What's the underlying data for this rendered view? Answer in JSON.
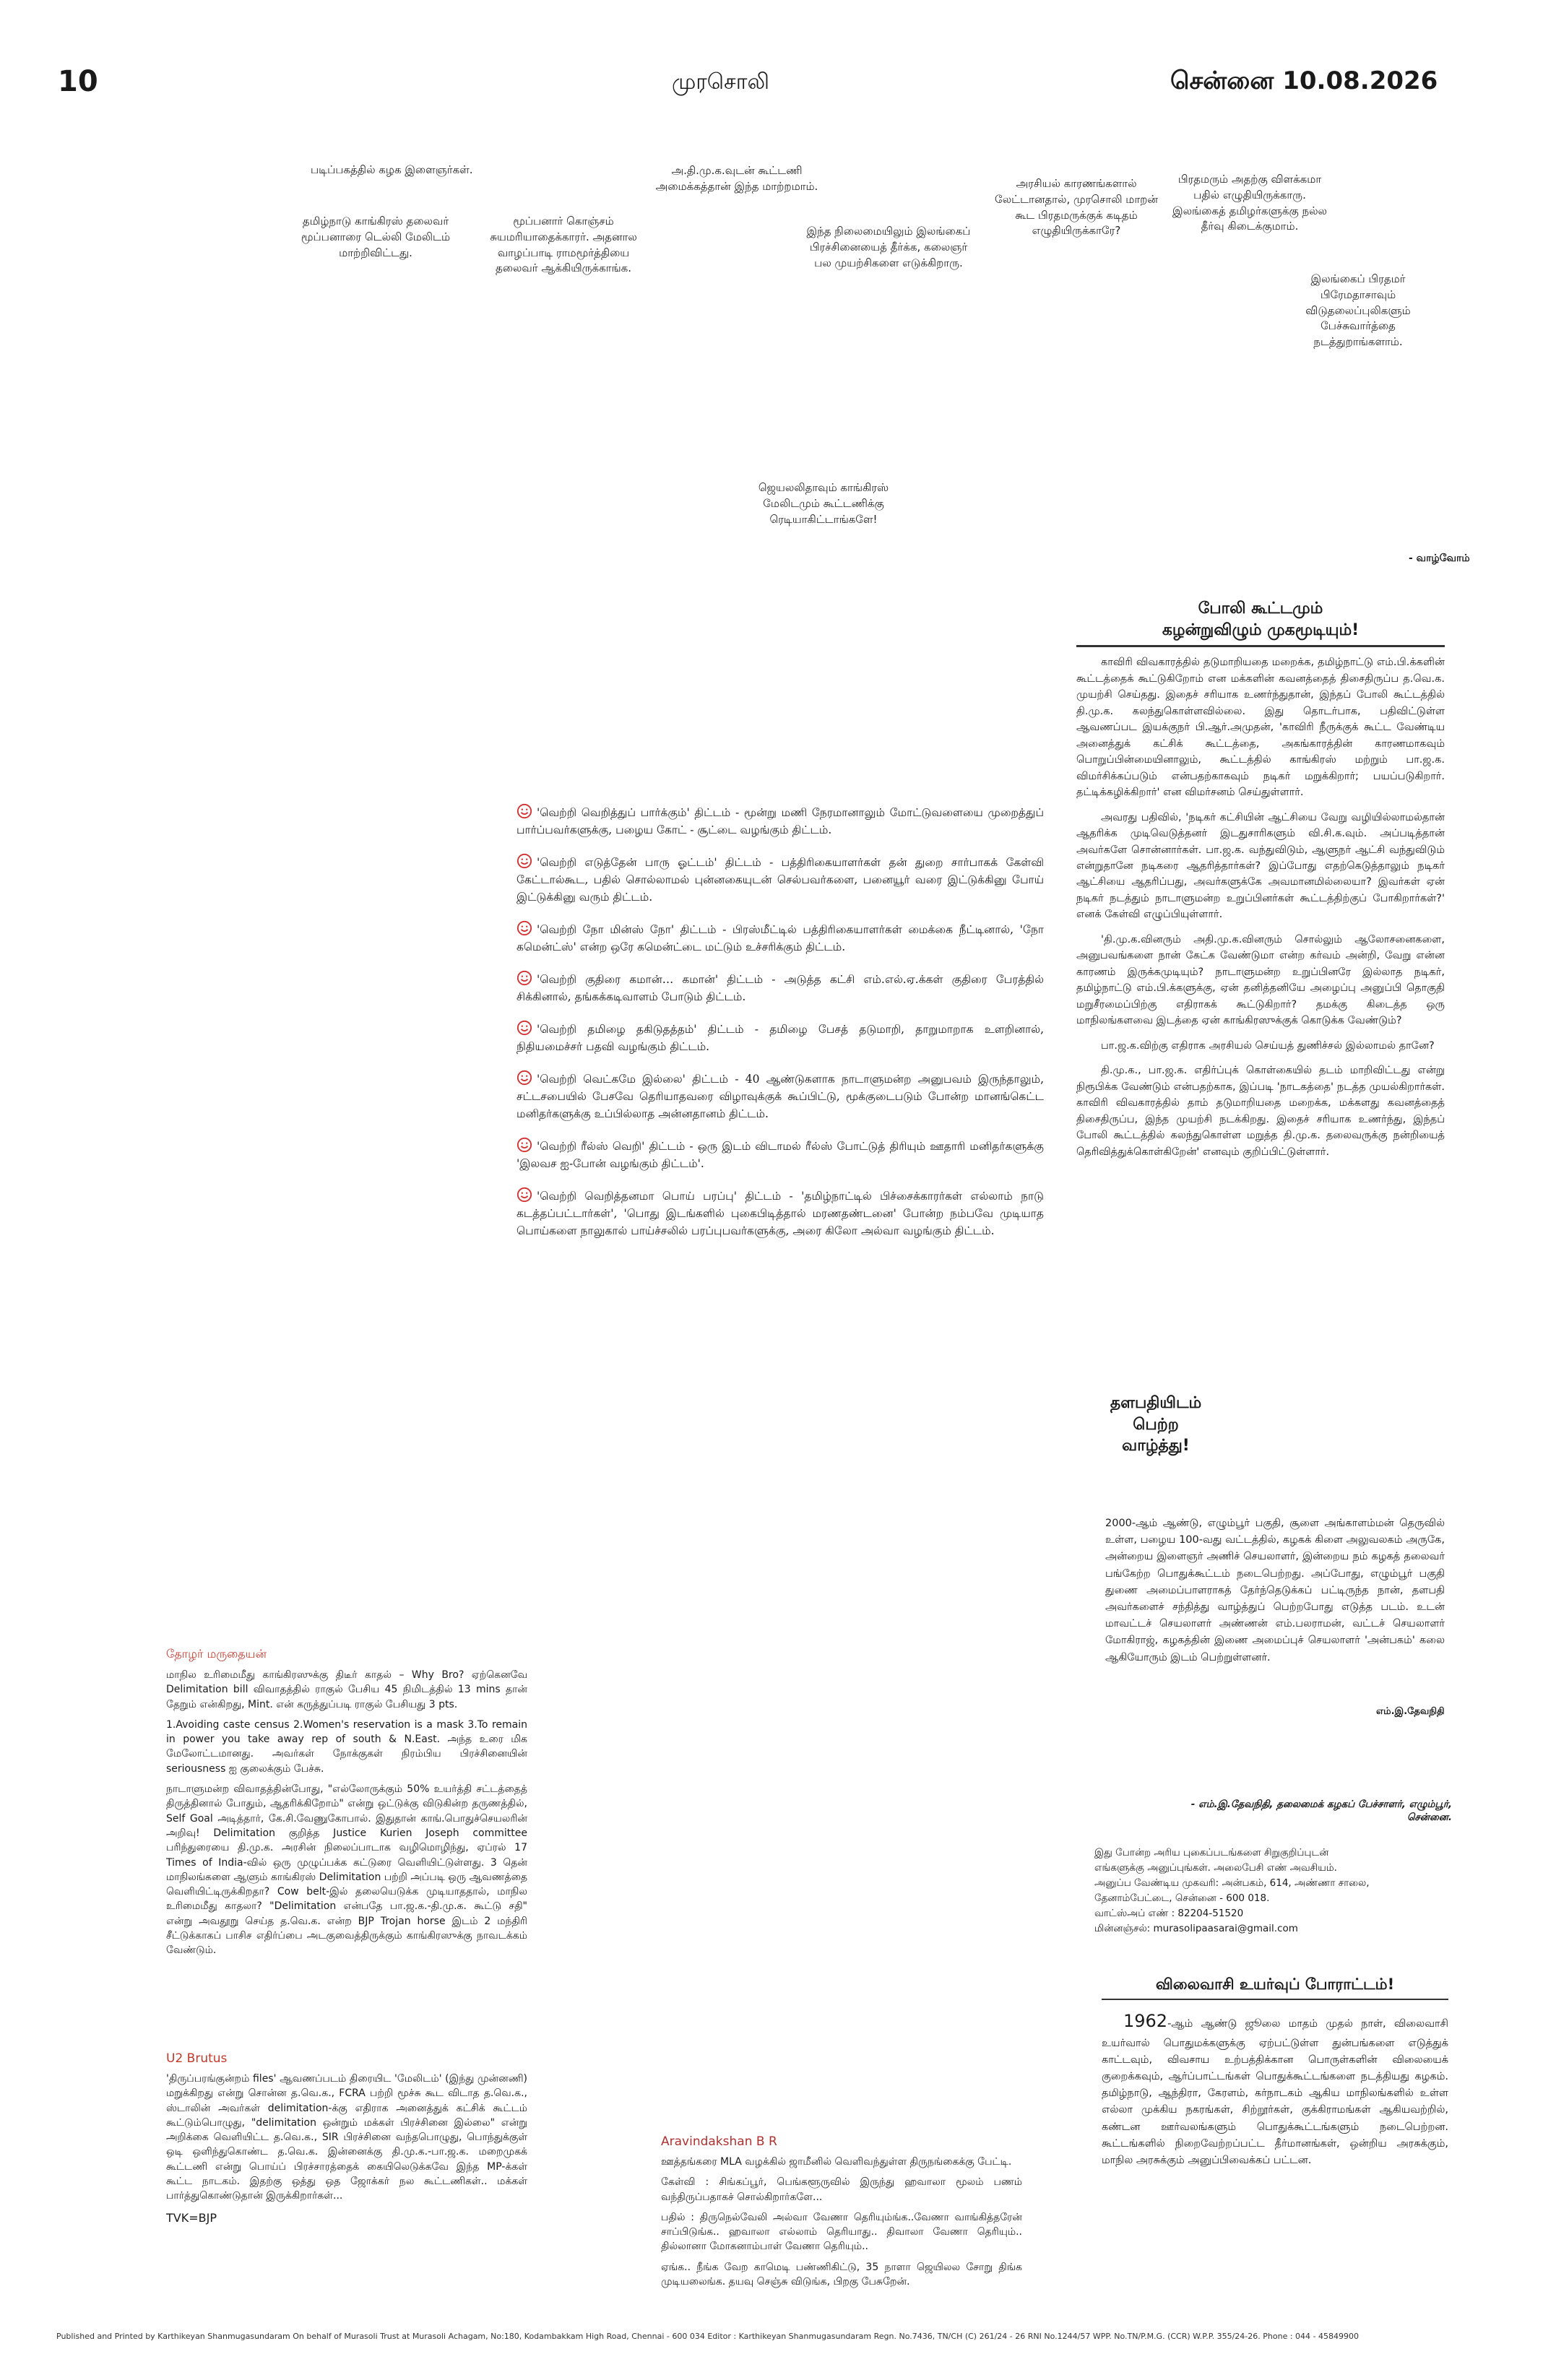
{
  "header": {
    "page_number": "10",
    "paper_name": "முரசொலி",
    "dateline": "சென்னை 10.08.2026"
  },
  "cartoon": {
    "bubble_1": "படிப்பகத்தில் கழக இளைஞர்கள்.",
    "bubble_2": "தமிழ்நாடு காங்கிரஸ் தலைவர் மூப்பனாரை டெல்லி மேலிடம் மாற்றிவிட்டது.",
    "bubble_3": "மூப்பனார் கொஞ்சம் சுயமரியாதைக்காரர். அதனால வாழப்பாடி ராமமூர்த்தியை தலைவர் ஆக்கியிருக்காங்க.",
    "bubble_4": "அ.தி.மு.க.வுடன் கூட்டணி அமைக்கத்தான் இந்த மாற்றமாம்.",
    "bubble_5": "இந்த நிலைமையிலும் இலங்கைப் பிரச்சினையைத் தீர்க்க, கலைஞர் பல முயற்சிகளை எடுக்கிறாரு.",
    "bubble_6": "அரசியல் காரணங்களால் லேட்டானதால், முரசொலி மாறன் கூட பிரதமருக்குக் கடிதம் எழுதியிருக்காரே?",
    "bubble_7": "பிரதமரும் அதற்கு விளக்கமா பதில் எழுதியிருக்காரு. இலங்கைத் தமிழர்களுக்கு நல்ல தீர்வு கிடைக்குமாம்.",
    "bubble_8": "இலங்கைப் பிரதமர் பிரேமதாசாவும் விடுதலைப்புலிகளும் பேச்சுவார்த்தை நடத்துறாங்களாம்.",
    "bubble_9": "ஜெயலலிதாவும் காங்கிரஸ் மேலிடமும் கூட்டணிக்கு ரெடியாகிட்டாங்களே!",
    "signature": "- வாழ்வோம்"
  },
  "article_poli": {
    "title_line1": "போலி கூட்டமும்",
    "title_line2": "கழன்றுவிழும் முகமூடியும்!",
    "paragraphs": [
      "காவிரி விவகாரத்தில் தடுமாறியதை மறைக்க, தமிழ்நாட்டு எம்.பி.க்களின் கூட்டத்தைக் கூட்டுகிறோம் என மக்களின் கவனத்தைத் திசைதிருப்ப த.வெ.க. முயற்சி செய்தது. இதைச் சரியாக உணர்ந்துதான், இந்தப் போலி கூட்டத்தில் தி.மு.க. கலந்துகொள்ளவில்லை. இது தொடர்பாக, பதிவிட்டுள்ள ஆவணப்பட இயக்குநர் பி.ஆர்.அமுதன், 'காவிரி நீருக்குக் கூட்ட வேண்டிய அனைத்துக் கட்சிக் கூட்டத்தை, அகங்காரத்தின் காரணமாகவும் பொறுப்பின்மையினாலும், கூட்டத்தில் காங்கிரஸ் மற்றும் பா.ஜ.க. விமர்சிக்கப்படும் என்பதற்காகவும் நடிகர் மறுக்கிறார்; பயப்படுகிறார். தட்டிக்கழிக்கிறார்' என விமர்சனம் செய்துள்ளார்.",
      "அவரது பதிவில், 'நடிகர் கட்சியின் ஆட்சியை வேறு வழியில்லாமல்தான் ஆதரிக்க முடிவெடுத்தனர் இடதுசாரிகளும் வி.சி.க.வும். அப்படித்தான் அவர்களே சொன்னார்கள். பா.ஜ.க. வந்துவிடும், ஆளுநர் ஆட்சி வந்துவிடும் என்றுதானே நடிகரை ஆதரித்தார்கள்? இப்போது எதற்கெடுத்தாலும் நடிகர் ஆட்சியை ஆதரிப்பது, அவர்களுக்கே அவமானமில்லையா? இவர்கள் ஏன் நடிகர் நடத்தும் நாடாளுமன்ற உறுப்பினர்கள் கூட்டத்திற்குப் போகிறார்கள்?' எனக் கேள்வி எழுப்பியுள்ளார்.",
      "'தி.மு.க.வினரும் அதி.மு.க.வினரும் சொல்லும் ஆலோசனைகளை, அனுபவங்களை நான் கேட்க வேண்டுமா என்ற கர்வம் அன்றி, வேறு என்ன காரணம் இருக்கமுடியும்? நாடாளுமன்ற உறுப்பினரே இல்லாத நடிகர், தமிழ்நாட்டு எம்.பி.க்களுக்கு, ஏன் தனித்தனியே அழைப்பு அனுப்பி தொகுதி மறுசீரமைப்பிற்கு எதிராகக் கூட்டுகிறார்? தமக்கு கிடைத்த ஒரு மாநிலங்களவை இடத்தை ஏன் காங்கிரஸுக்குக் கொடுக்க வேண்டும்?",
      "பா.ஜ.க.விற்கு எதிராக அரசியல் செய்யத் துணிச்சல் இல்லாமல் தானே?",
      "தி.மு.க., பா.ஜ.க. எதிர்ப்புக் கொள்கையில் தடம் மாறிவிட்டது என்று நிரூபிக்க வேண்டும் என்பதற்காக, இப்படி 'நாடகத்தை' நடத்த முயல்கிறார்கள். காவிரி விவகாரத்தில் தாம் தடுமாறியதை மறைக்க, மக்களது கவனத்தைத் திசைதிருப்ப, இந்த முயற்சி நடக்கிறது. இதைச் சரியாக உணர்ந்து, இந்தப் போலி கூட்டத்தில் கலந்துகொள்ள மறுத்த தி.மு.க. தலைவருக்கு நன்றியைத் தெரிவித்துக்கொள்கிறேன்' எனவும் குறிப்பிட்டுள்ளார்."
    ]
  },
  "vetri_schemes": {
    "items": [
      "'வெற்றி வெறித்துப் பார்க்கும்' திட்டம் - மூன்று மணி நேரமானாலும் மோட்டுவளையை முறைத்துப் பார்ப்பவர்களுக்கு, பழைய கோட் - சூட்டை வழங்கும் திட்டம்.",
      "'வெற்றி எடுத்தேன் பாரு ஓட்டம்' திட்டம் - பத்திரிகையாளர்கள் தன் துறை சார்பாகக் கேள்வி கேட்டால்கூட, பதில் சொல்லாமல் புன்னகையுடன் செல்பவர்களை, பனையூர் வரை இட்டுக்கினு போய் இட்டுக்கினு வரும் திட்டம்.",
      "'வெற்றி நோ மின்ஸ் நோ' திட்டம் - பிரஸ்மீட்டில் பத்திரிகையாளர்கள் மைக்கை நீட்டினால், 'நோ கமென்ட்ஸ்' என்ற ஒரே கமென்ட்டை மட்டும் உச்சரிக்கும் திட்டம்.",
      "'வெற்றி குதிரை கமான்… கமான்' திட்டம் - அடுத்த கட்சி எம்.எல்.ஏ.க்கள் குதிரை பேரத்தில் சிக்கினால், தங்கக்கடிவாளம் போடும் திட்டம்.",
      "'வெற்றி தமிழை தகிடுதத்தம்' திட்டம் - தமிழை பேசத் தடுமாறி, தாறுமாறாக உளறினால், நிதியமைச்சர் பதவி வழங்கும் திட்டம்.",
      "'வெற்றி வெட்கமே இல்லை' திட்டம் - 40 ஆண்டுகளாக நாடாளுமன்ற அனுபவம் இருந்தாலும், சட்டசபையில் பேசவே தெரியாதவரை விழாவுக்குக் கூப்பிட்டு, மூக்குடைபடும் போன்ற மானங்கெட்ட மனிதர்களுக்கு உப்பில்லாத அன்னதானம் திட்டம்.",
      "'வெற்றி ரீல்ஸ் வெறி' திட்டம் - ஒரு இடம் விடாமல் ரீல்ஸ் போட்டுத் திரியும் ஊதாரி மனிதர்களுக்கு 'இலவச ஐ-போன் வழங்கும் திட்டம்'.",
      "'வெற்றி வெறித்தனமா பொய் பரப்பு' திட்டம் - 'தமிழ்நாட்டில் பிச்சைக்காரர்கள் எல்லாம் நாடு கடத்தப்பட்டார்கள்', 'பொது இடங்களில் புகைபிடித்தால் மரணதண்டனை' போன்ற நம்பவே முடியாத பொய்களை நாலுகால் பாய்ச்சலில் பரப்புபவர்களுக்கு, அரை கிலோ அல்வா வழங்கும் திட்டம்."
    ]
  },
  "greetings": {
    "title_line1": "தளபதியிடம்",
    "title_line2": "பெற்ற",
    "title_line3": "வாழ்த்து!",
    "body": "2000-ஆம் ஆண்டு, எழும்பூர் பகுதி, சூளை அங்காளம்மன் தெருவில் உள்ள, பழைய 100-வது வட்டத்தில், கழகக் கிளை அலுவலகம் அருகே, அன்றைய இளைஞர் அணிச் செயலாளர், இன்றைய நம் கழகத் தலைவர் பங்கேற்ற பொதுக்கூட்டம் நடைபெற்றது. அப்போது, எழும்பூர் பகுதி துணை அமைப்பாளராகத் தேர்ந்தெடுக்கப் பட்டிருந்த நான், தளபதி அவர்களைச் சந்தித்து வாழ்த்துப் பெற்றபோது எடுத்த படம். உடன் மாவட்டச் செயலாளர் அண்ணன் எம்.பலராமன், வட்டச் செயலாளர் மோகிராஜ், கழகத்தின் இணை அமைப்புச் செயலாளர் 'அன்பகம்' கலை ஆகியோரும் இடம் பெற்றுள்ளனர்.",
    "photo_caption": "எம்.இ.தேவநிதி",
    "signature": "- எம்.இ.தேவநிதி, தலைமைக் கழகப் பேச்சாளர், எழும்பூர், சென்னை.",
    "invite_line1": "இது போன்ற அரிய புகைப்படங்களை சிறுகுறிப்புடன்",
    "invite_line2": "எங்களுக்கு அனுப்புங்கள். அலைபேசி எண் அவசியம்.",
    "invite_line3": "அனுப்ப வேண்டிய முகவரி: அன்பகம், 614, அண்ணா சாலை,",
    "invite_line4": "தேனாம்பேட்டை, சென்னை - 600 018.",
    "invite_line5": "வாட்ஸ்அப் எண் : 82204-51520",
    "invite_line6": "மின்னஞ்சல்: murasolipaasarai@gmail.com"
  },
  "price_article": {
    "title": "விலைவாசி உயர்வுப் போராட்டம்!",
    "year": "1962",
    "body": "-ஆம் ஆண்டு ஜூலை மாதம் முதல் நாள், விலைவாசி உயர்வால் பொதுமக்களுக்கு ஏற்பட்டுள்ள துன்பங்களை எடுத்துக் காட்டவும், விவசாய உற்பத்திக்கான பொருள்களின் விலையைக் குறைக்கவும், ஆர்ப்பாட்டங்கள் பொதுக்கூட்டங்களை நடத்தியது கழகம். தமிழ்நாடு, ஆந்திரா, கேரளம், கர்நாடகம் ஆகிய மாநிலங்களில் உள்ள எல்லா முக்கிய நகரங்கள், சிற்றூர்கள், குக்கிராமங்கள் ஆகியவற்றில், கண்டன ஊர்வலங்களும் பொதுக்கூட்டங்களும் நடைபெற்றன. கூட்டங்களில் நிறைவேற்றப்பட்ட தீர்மானங்கள், ஒன்றிய அரசுக்கும், மாநில அரசுக்கும் அனுப்பிவைக்கப் பட்டன."
  },
  "tweet_1": {
    "author": "தோழர் மருதையன்",
    "paragraphs": [
      "மாநில உரிமைமீது காங்கிரஸுக்கு திடீர் காதல் – Why Bro? ஏற்கெனவே Delimitation bill விவாதத்தில் ராகுல் பேசிய 45 நிமிடத்தில் 13 mins தான் தேறும் என்கிறது, Mint. என் கருத்துப்படி ராகுல் பேசியது 3 pts.",
      "1.Avoiding caste census 2.Women's reservation is a mask 3.To remain in power you take away rep of south & N.East. அந்த உரை மிக மேலோட்டமானது. அவர்கள் நோக்குகள் நிரம்பிய பிரச்சினையின் seriousness ஐ குலைக்கும் பேச்சு.",
      "நாடாளுமன்ற விவாதத்தின்போது, \"எல்லோருக்கும் 50% உயர்த்தி சட்டத்தைத் திருத்தினால் போதும், ஆதரிக்கிறோம்\" என்று ஒட்டுக்கு விடுகின்ற தருணத்தில், Self Goal அடித்தார், கே.சி.வேணுகோபால். இதுதான் காங்.பொதுச்செயலரின் அறிவு! Delimitation குறித்த Justice Kurien Joseph committee பரிந்துரையை தி.மு.க. அரசின் நிலைப்பாடாக வழிமொழிந்து, ஏப்ரல் 17 Times of India-வில் ஒரு முழுப்பக்க கட்டுரை வெளியிட்டுள்ளது. 3 தென் மாநிலங்களை ஆளும் காங்கிரஸ் Delimitation பற்றி அப்படி ஒரு ஆவணத்தை வெளியிட்டிருக்கிறதா? Cow belt-இல் தலையெடுக்க முடியாததால், மாநில உரிமைமீது காதலா? \"Delimitation என்பதே பா.ஜ.க.-தி.மு.க. கூட்டு சதி\" என்று அவதூறு செய்த த.வெ.க. என்ற BJP Trojan horse இடம் 2 மந்திரி சீட்டுக்காகப் பாசிச எதிர்ப்பை அடகுவைத்திருக்கும் காங்கிரஸுக்கு நாவடக்கம் வேண்டும்."
    ]
  },
  "tweet_2": {
    "author": "U2 Brutus",
    "paragraphs": [
      "'திருப்பரங்குன்றம் files' ஆவணப்படம் திரையிட 'மேலிடம்' (இந்து முன்னணி) மறுக்கிறது என்று சொன்ன த.வெ.க., FCRA பற்றி மூச்சு கூட விடாத த.வெ.க., ஸ்டாலின் அவர்கள் delimitation-க்கு எதிராக அனைத்துக் கட்சிக் கூட்டம் கூட்டும்பொழுது, \"delimitation ஒன்றும் மக்கள் பிரச்சினை இல்லை\" என்று அறிக்கை வெளியிட்ட த.வெ.க., SIR பிரச்சினை வந்தபொழுது, பொந்துக்குள் ஒடி ஒளிந்துகொண்ட த.வெ.க. இன்னைக்கு தி.மு.க.-பா.ஜ.க. மறைமுகக் கூட்டணி என்று பொய்ப் பிரச்சாரத்தைக் கையிலெடுக்கவே இந்த MP-க்கள் கூட்ட நாடகம். இதற்கு ஒத்து ஒத ஜோக்கர் நல கூட்டணிகள்.. மக்கள் பார்த்துகொண்டுதான் இருக்கிறார்கள்...",
      "TVK=BJP"
    ]
  },
  "tweet_3": {
    "author": "Aravindakshan B R",
    "paragraphs": [
      "ஊத்தங்கரை MLA வழக்கில் ஜாமீனில் வெளிவந்துள்ள திருநங்கைக்கு பேட்டி.",
      "கேள்வி : சிங்கப்பூர், பெங்களூருவில் இருந்து ஹவாலா மூலம் பணம் வந்திருப்பதாகச் சொல்கிறார்களே...",
      "பதில் : திருநெல்வேலி அல்வா வேணா தெரியும்ங்க..வேணா வாங்கித்தரேன் சாப்பிடுங்க.. ஹவாலா எல்லாம் தெரியாது.. திவாலா வேணா தெரியும்.. தில்லானா மோகனாம்பாள் வேணா தெரியும்..",
      "ஏங்க.. நீங்க வேற காமெடி பண்ணிகிட்டு, 35 நாளா ஜெயிலல சோறு திங்க முடியலைங்க. தயவு செஞ்சு விடுங்க, பிறகு பேசுறேன்."
    ]
  },
  "footer": {
    "text": "Published and Printed by Karthikeyan Shanmugasundaram On behalf of Murasoli Trust at Murasoli Achagam, No:180, Kodambakkam High Road, Chennai - 600 034  Editor : Karthikeyan Shanmugasundaram Regn. No.7436, TN/CH (C) 261/24 - 26 RNI No.1244/57 WPP. No.TN/P.M.G. (CCR) W.P.P. 355/24-26. Phone : 044 - 45849900"
  },
  "colors": {
    "author_red": "#c0392b",
    "smiley_red": "#d23030"
  }
}
